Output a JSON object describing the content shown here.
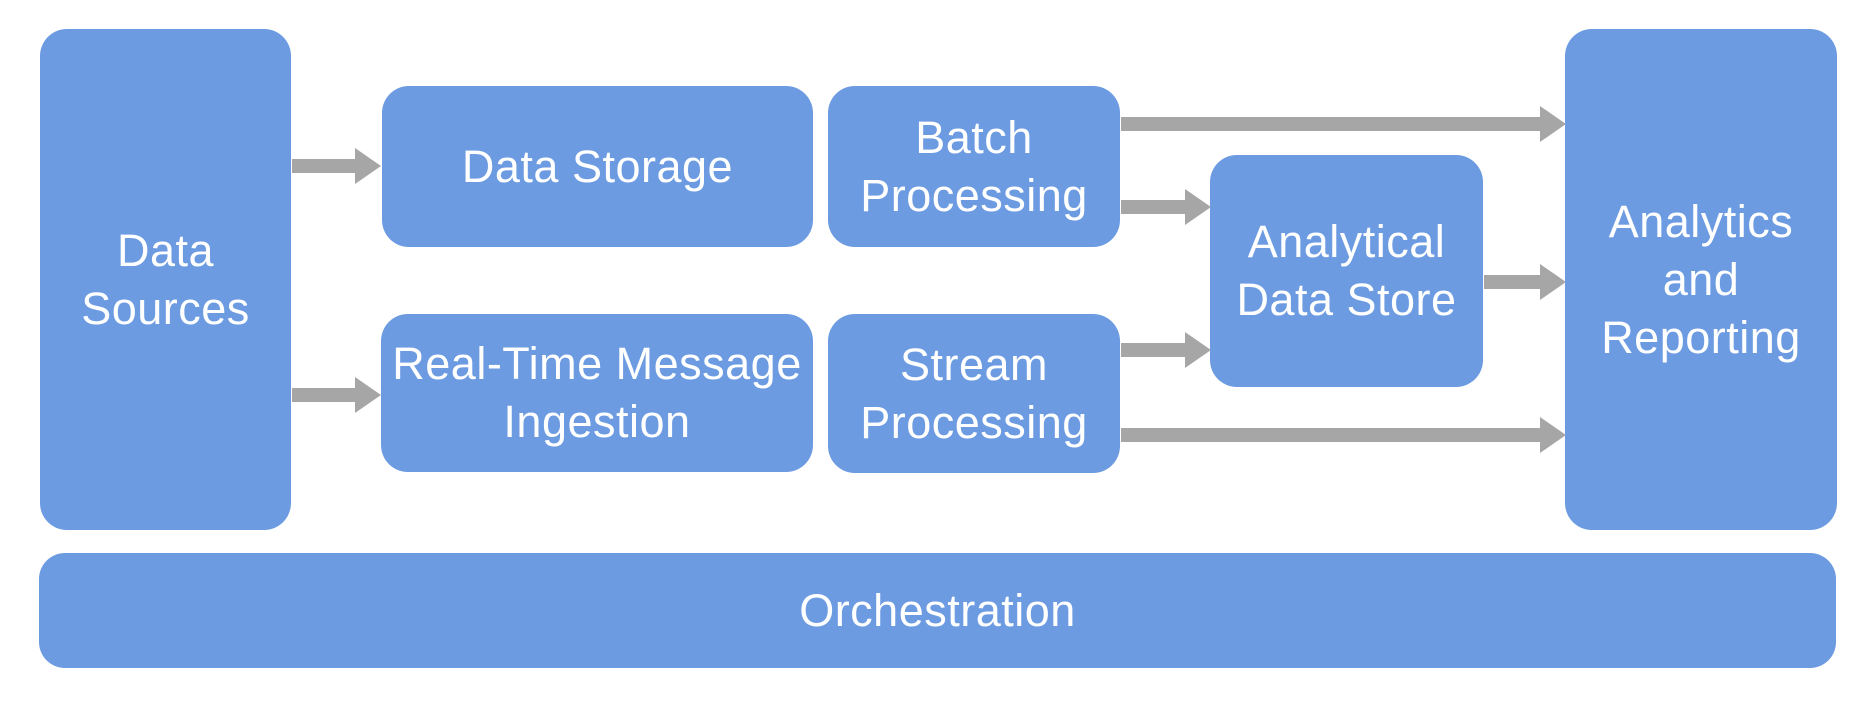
{
  "colors": {
    "node_fill": "#6C9BE2",
    "arrow": "#A6A6A6",
    "label_text": "#FFFFFF",
    "background": "#FFFFFF"
  },
  "nodes": {
    "data_sources": {
      "label": "Data\nSources"
    },
    "data_storage": {
      "label": "Data Storage"
    },
    "real_time_message_ingestion": {
      "label": "Real-Time Message\nIngestion"
    },
    "batch_processing": {
      "label": "Batch\nProcessing"
    },
    "stream_processing": {
      "label": "Stream\nProcessing"
    },
    "analytical_data_store": {
      "label": "Analytical\nData Store"
    },
    "analytics_and_reporting": {
      "label": "Analytics\nand\nReporting"
    },
    "orchestration": {
      "label": "Orchestration"
    }
  },
  "edges": [
    {
      "from": "data_sources",
      "to": "data_storage"
    },
    {
      "from": "data_sources",
      "to": "real_time_message_ingestion"
    },
    {
      "from": "batch_processing",
      "to": "analytics_and_reporting"
    },
    {
      "from": "batch_processing",
      "to": "analytical_data_store"
    },
    {
      "from": "stream_processing",
      "to": "analytical_data_store"
    },
    {
      "from": "analytical_data_store",
      "to": "analytics_and_reporting"
    },
    {
      "from": "stream_processing",
      "to": "analytics_and_reporting"
    }
  ]
}
